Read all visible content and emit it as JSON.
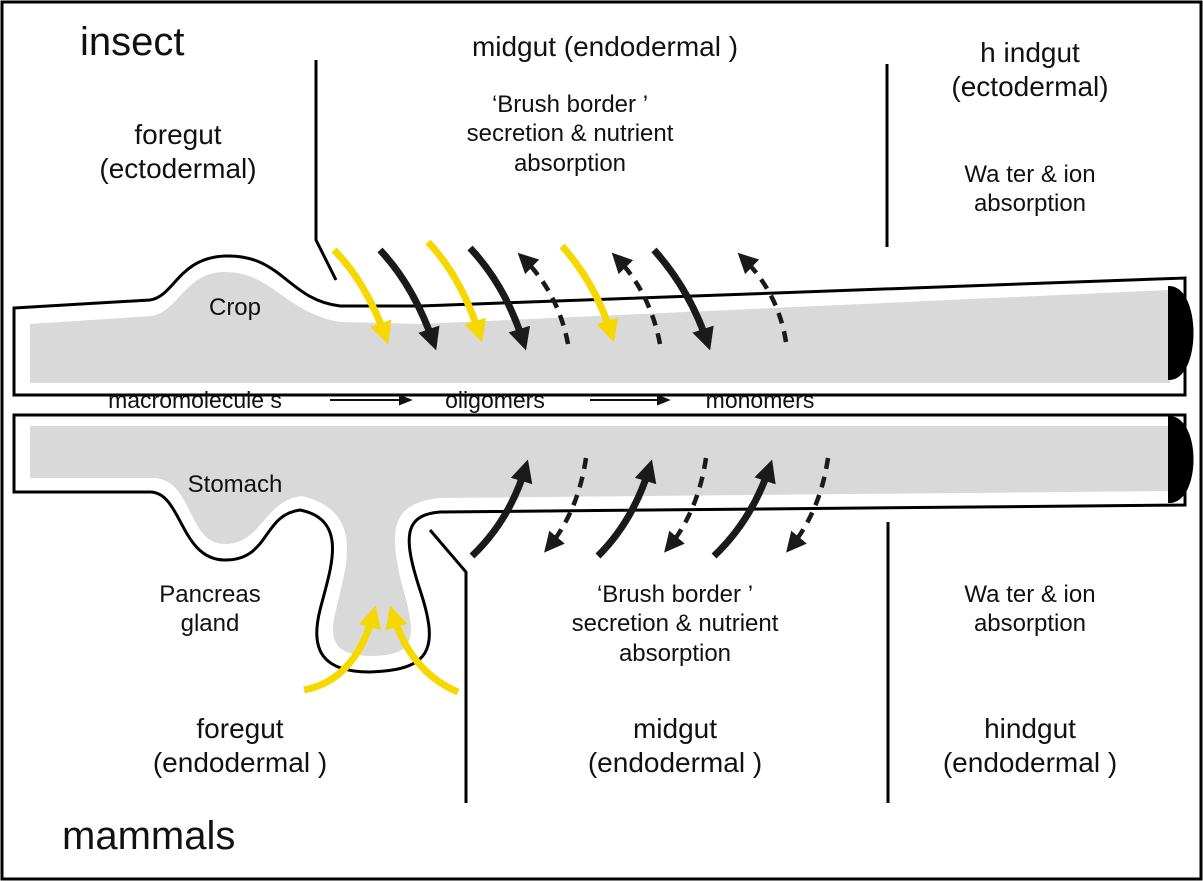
{
  "titles": {
    "insect": "insect",
    "mammals": "mammals"
  },
  "insect": {
    "foregut": [
      "foregut",
      "(ectodermal)"
    ],
    "midgut": "midgut (endodermal    )",
    "midgut_function": [
      "‘Brush border  ’",
      "secretion & nutrient",
      "absorption"
    ],
    "hindgut": [
      "h indgut",
      "(ectodermal)"
    ],
    "hindgut_function": [
      "Wa ter & ion",
      "absorption"
    ],
    "crop": "Crop"
  },
  "flow": {
    "step1": "macromolecule s",
    "step2": "oligomers",
    "step3": "monomers"
  },
  "mammal": {
    "stomach": "Stomach",
    "pancreas": [
      "Pancreas",
      "gland"
    ],
    "foregut": [
      "foregut",
      "(endodermal   )"
    ],
    "midgut": [
      "midgut",
      "(endodermal   )"
    ],
    "midgut_function": [
      "‘Brush border  ’",
      "secretion & nutrient",
      "absorption"
    ],
    "hindgut": [
      "hindgut",
      "(endodermal   )"
    ],
    "hindgut_function": [
      "Wa ter & ion",
      "absorption"
    ]
  },
  "colors": {
    "enzyme_arrow": "#f5d800",
    "absorb_arrow": "#1a1a1a",
    "lumen": "#d9d9d9",
    "outline": "#000000"
  }
}
